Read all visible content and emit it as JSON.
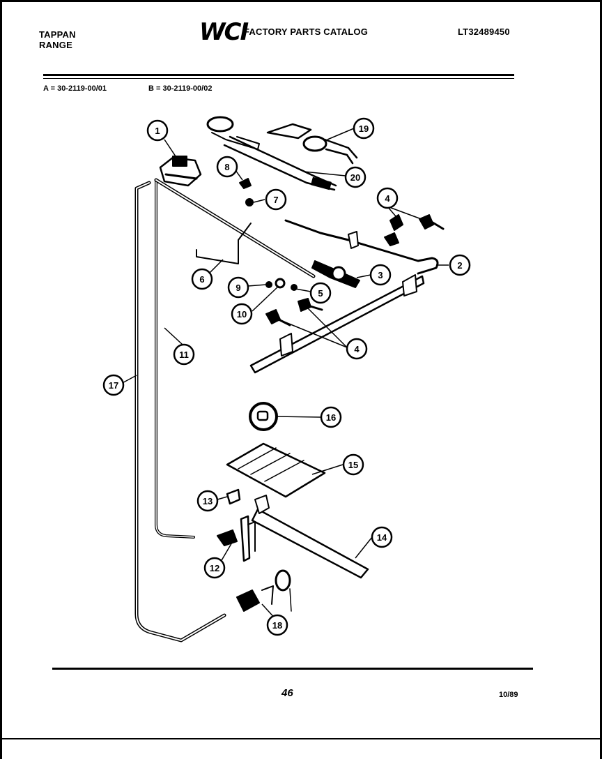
{
  "header": {
    "brand_line1": "TAPPAN",
    "brand_line2": "RANGE",
    "logo": "WCI",
    "catalog_title": "FACTORY PARTS CATALOG",
    "model_number": "LT32489450"
  },
  "variants": {
    "a": "A = 30-2119-00/01",
    "b": "B = 30-2119-00/02"
  },
  "callouts": [
    "1",
    "2",
    "3",
    "4",
    "4",
    "5",
    "6",
    "7",
    "8",
    "9",
    "10",
    "11",
    "12",
    "13",
    "14",
    "15",
    "16",
    "17",
    "18",
    "19",
    "20"
  ],
  "footer": {
    "page_number": "46",
    "date": "10/89"
  }
}
